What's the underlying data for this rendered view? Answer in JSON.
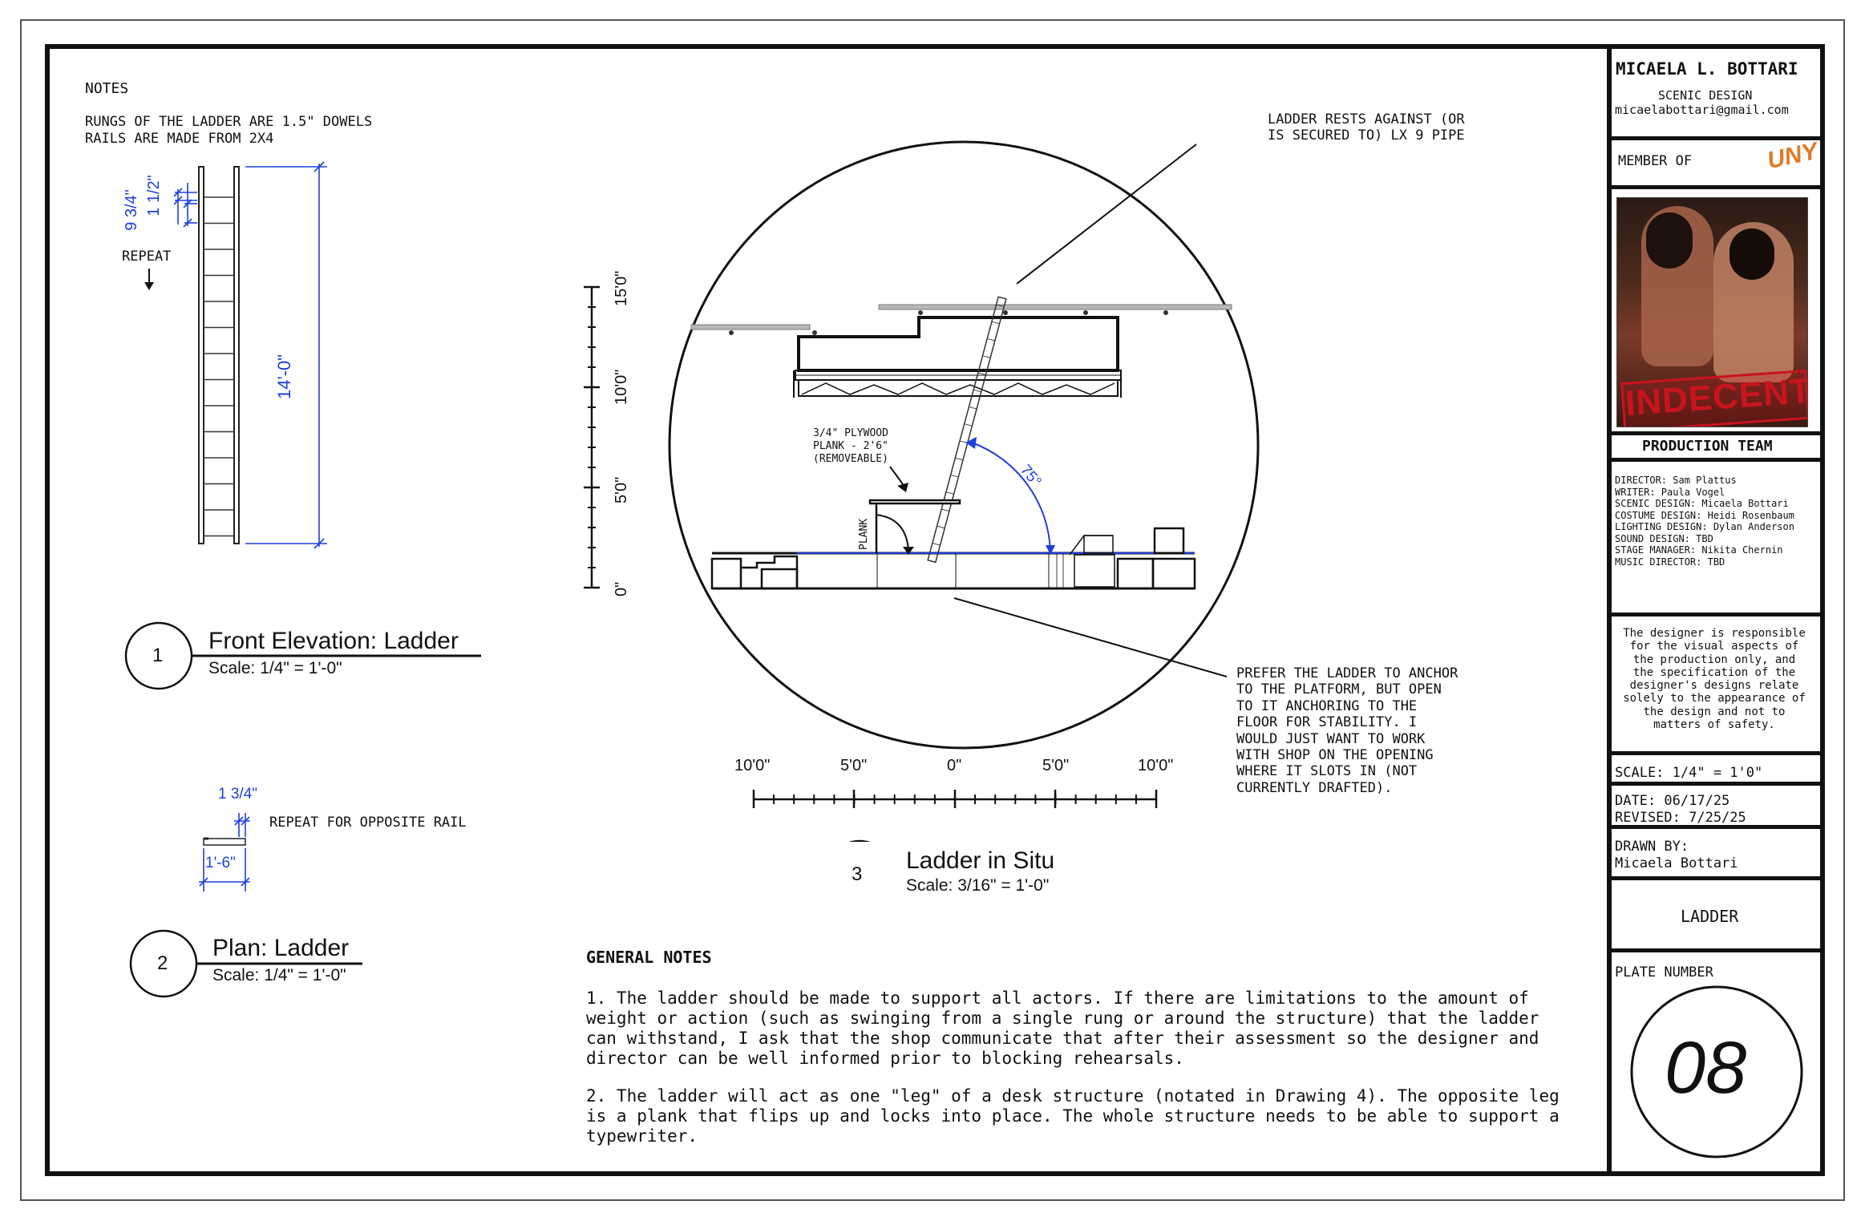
{
  "notes": {
    "heading": "NOTES",
    "line1": "RUNGS OF THE LADDER ARE 1.5\" DOWELS",
    "line2": "RAILS ARE MADE FROM 2X4"
  },
  "front_elevation": {
    "dim_rung_spacing": "9 3/4\"",
    "dim_rung_size": "1 1/2\"",
    "repeat_label": "REPEAT",
    "dim_height": "14'-0\"",
    "callout_number": "1",
    "title": "Front Elevation: Ladder",
    "scale": "Scale: 1/4\" = 1'-0\""
  },
  "plan": {
    "dim_rail": "1 3/4\"",
    "repeat_label": "REPEAT FOR OPPOSITE RAIL",
    "dim_width": "1'-6\"",
    "callout_number": "2",
    "title": "Plan: Ladder",
    "scale": "Scale: 1/4\" = 1'-0\""
  },
  "in_situ": {
    "callout_number": "3",
    "title": "Ladder in Situ",
    "scale": "Scale: 3/16\" = 1'-0\"",
    "note_pipe": "LADDER RESTS AGAINST (OR\nIS SECURED TO) LX 9 PIPE",
    "note_plank": "3/4\" PLYWOOD\nPLANK - 2'6\"\n(REMOVEABLE)",
    "plank_label": "PLANK",
    "angle_label": "75°",
    "note_anchor": "PREFER THE LADDER TO ANCHOR\nTO THE PLATFORM, BUT OPEN\nTO IT ANCHORING TO THE\nFLOOR FOR STABILITY. I\nWOULD JUST WANT TO WORK\nWITH SHOP ON THE OPENING\nWHERE IT SLOTS IN (NOT\nCURRENTLY DRAFTED).",
    "vertical_scale_labels": [
      "15'0\"",
      "10'0\"",
      "5'0\"",
      "0\""
    ],
    "horizontal_scale_labels": [
      "10'0\"",
      "5'0\"",
      "0\"",
      "5'0\"",
      "10'0\""
    ]
  },
  "general_notes": {
    "heading": "GENERAL NOTES",
    "note1": "1. The ladder should be made to support all actors. If there are limitations to the amount of weight or action (such as swinging from a single rung or around the structure) that the ladder can withstand, I ask that the shop communicate that after their assessment so the designer and director can be well informed prior to blocking rehearsals.",
    "note2": "2. The ladder will act as one \"leg\" of a desk structure (notated in Drawing 4). The opposite leg is a plank that flips up and locks into place. The whole structure needs to be able to support a typewriter."
  },
  "title_block": {
    "designer_name": "MICAELA L. BOTTARI",
    "role": "SCENIC DESIGN",
    "email": "micaelabottari@gmail.com",
    "member_of": "MEMBER OF",
    "member_logo_text": "UNY",
    "poster_title": "INDECENT",
    "production_team_heading": "PRODUCTION TEAM",
    "credits": [
      "DIRECTOR: Sam Plattus",
      "WRITER: Paula Vogel",
      "SCENIC DESIGN: Micaela Bottari",
      "COSTUME DESIGN: Heidi Rosenbaum",
      "LIGHTING DESIGN: Dylan Anderson",
      "SOUND DESIGN: TBD",
      "STAGE MANAGER: Nikita Chernin",
      "MUSIC DIRECTOR: TBD"
    ],
    "disclaimer": "The designer is responsible for the visual aspects of the production only, and the specification of the designer's designs relate solely to the appearance of the design and not to matters of safety.",
    "scale": "SCALE: 1/4\" = 1'0\"",
    "date": "DATE: 06/17/25",
    "revised": "REVISED: 7/25/25",
    "drawn_by_label": "DRAWN BY:",
    "drawn_by_name": "Micaela Bottari",
    "sheet_title": "LADDER",
    "plate_label": "PLATE NUMBER",
    "plate_number": "08"
  },
  "colors": {
    "dimension_blue": "#1f3fe0",
    "logo_orange": "#e07a2a",
    "poster_red": "#c8141c"
  }
}
